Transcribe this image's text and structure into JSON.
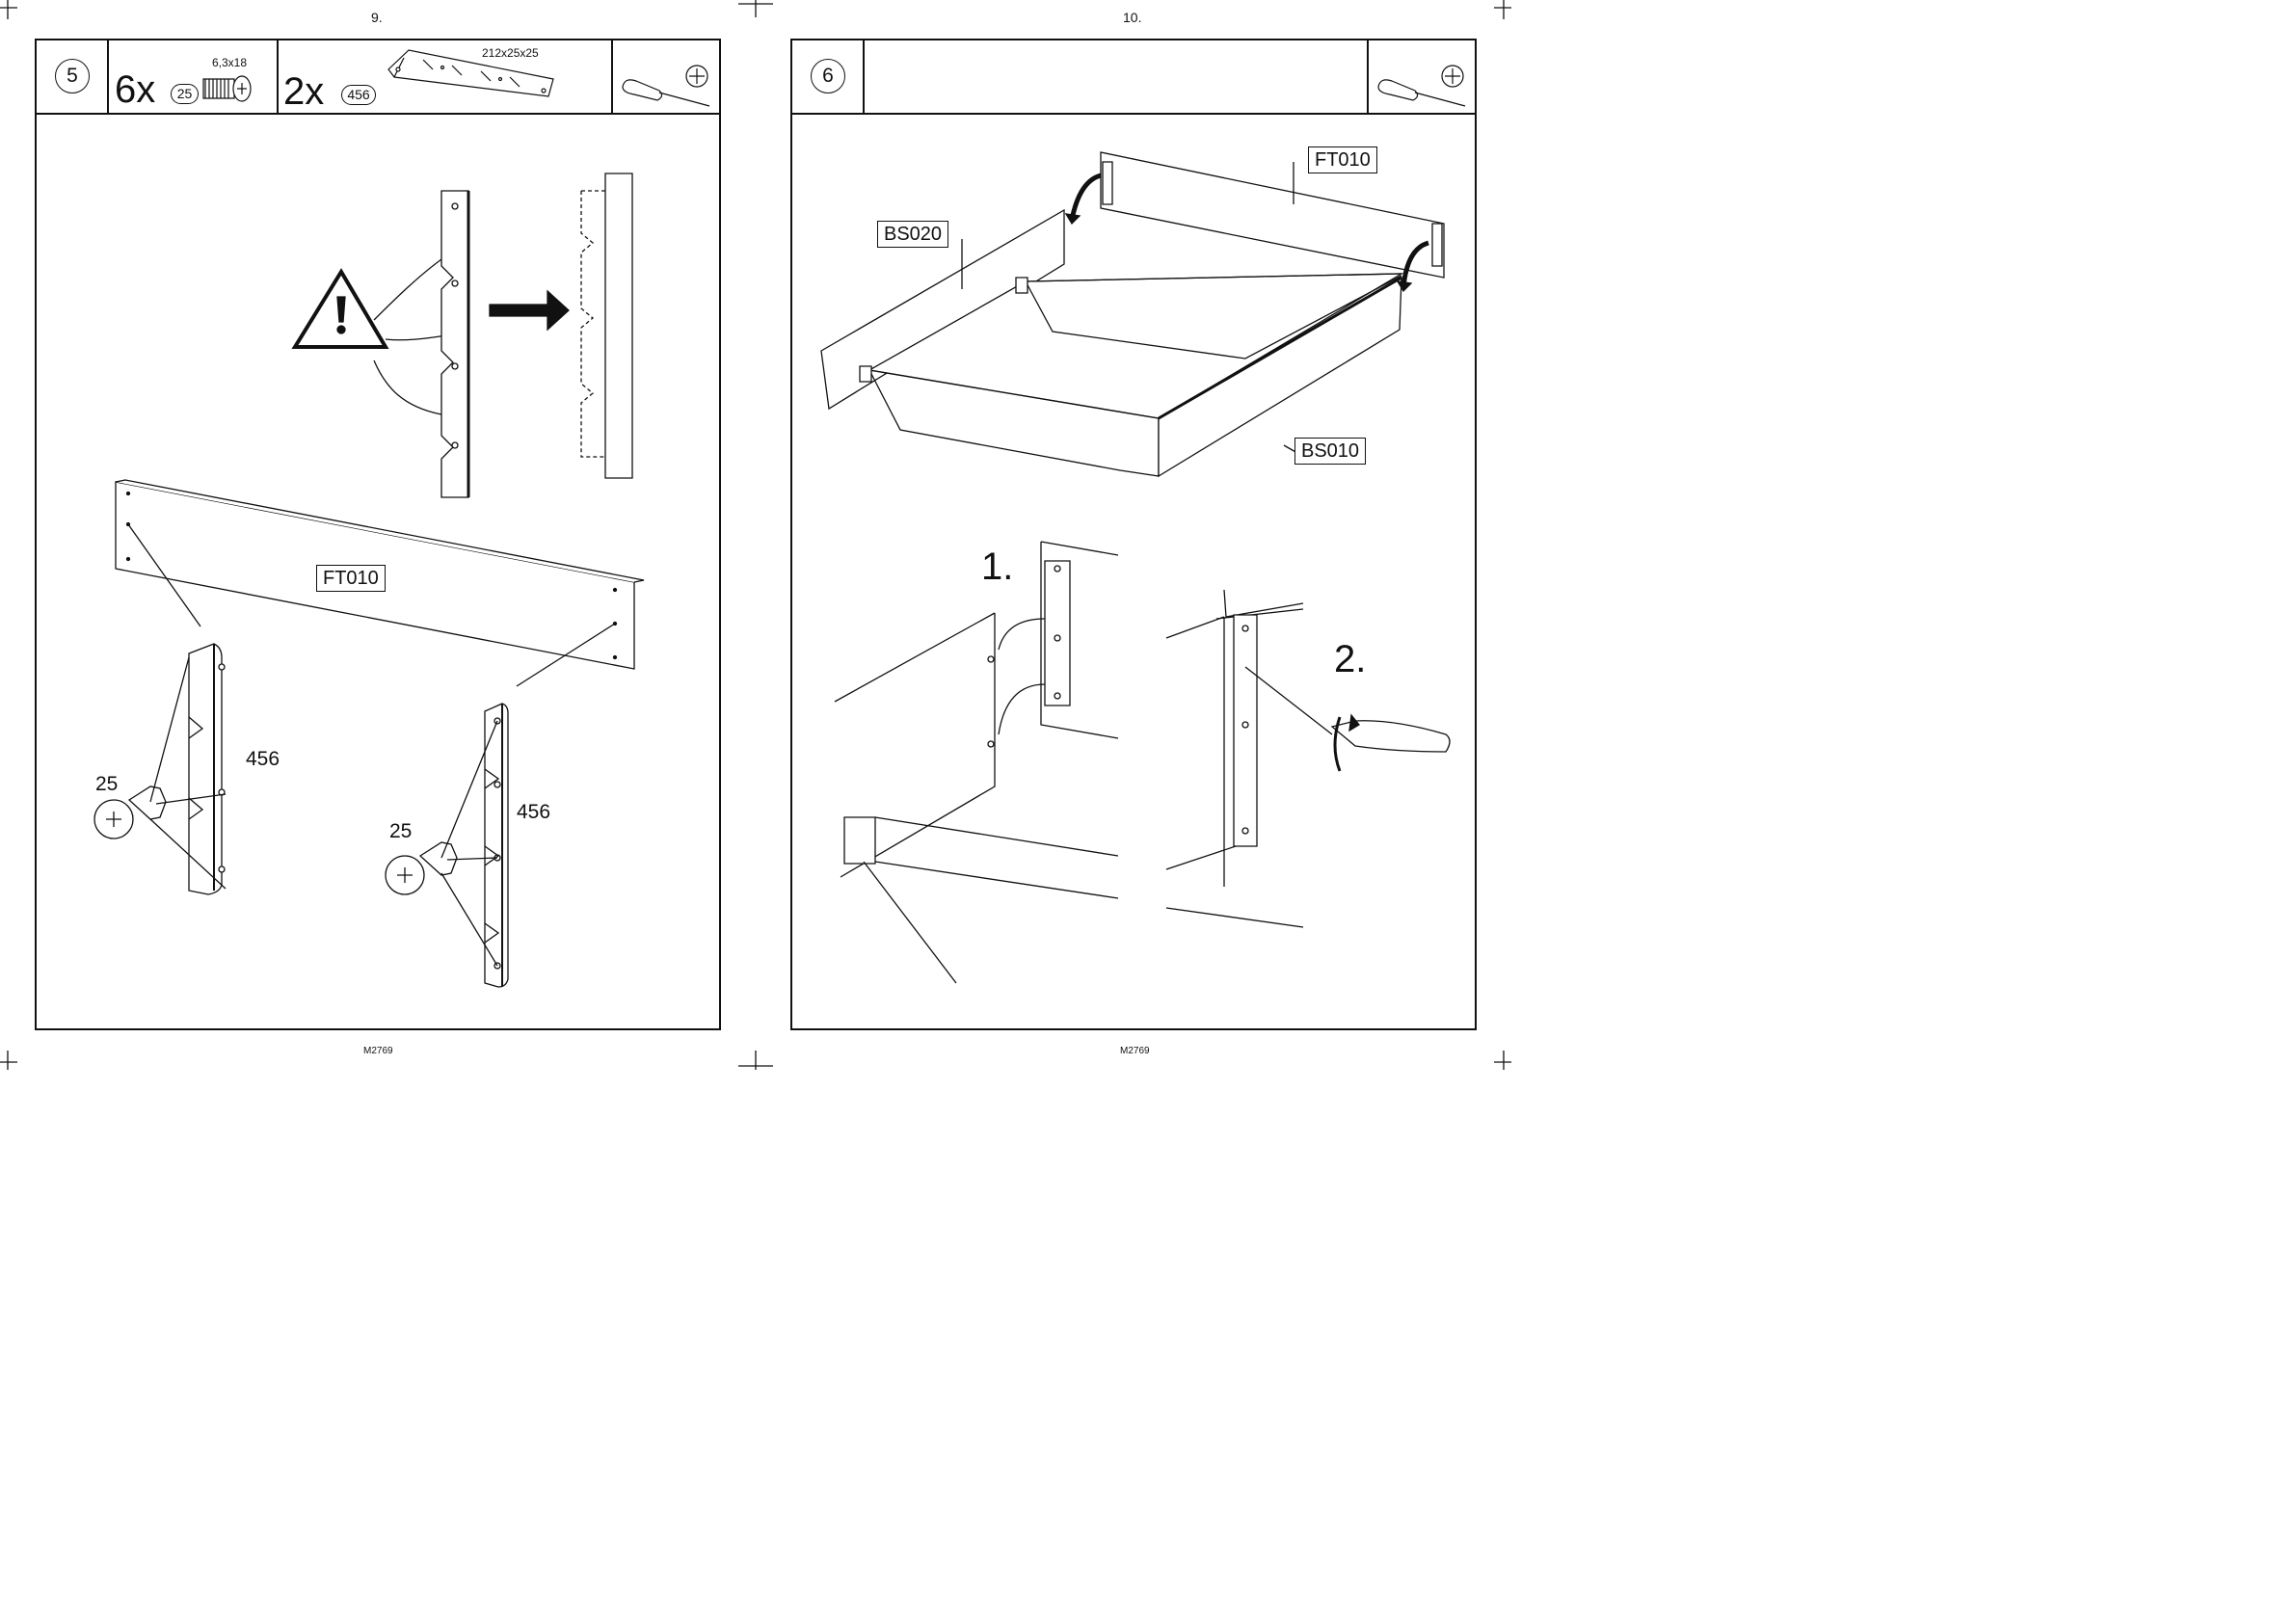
{
  "left_page": {
    "page_number": "9.",
    "footer_code": "M2769",
    "step_number": "5",
    "parts": [
      {
        "qty": "6x",
        "part_id": "25",
        "size": "6,3x18"
      },
      {
        "qty": "2x",
        "part_id": "456",
        "size": "212x25x25"
      }
    ],
    "panel_label": "FT010",
    "callouts": [
      "25",
      "456",
      "25",
      "456"
    ]
  },
  "right_page": {
    "page_number": "10.",
    "footer_code": "M2769",
    "step_number": "6",
    "panel_labels": [
      "FT010",
      "BS020",
      "BS010"
    ],
    "sub_steps": [
      "1.",
      "2."
    ]
  },
  "icons": [
    "screwdriver-icon",
    "phillips-head-icon",
    "warning-icon",
    "arrow-right-icon",
    "rotate-clockwise-icon"
  ]
}
